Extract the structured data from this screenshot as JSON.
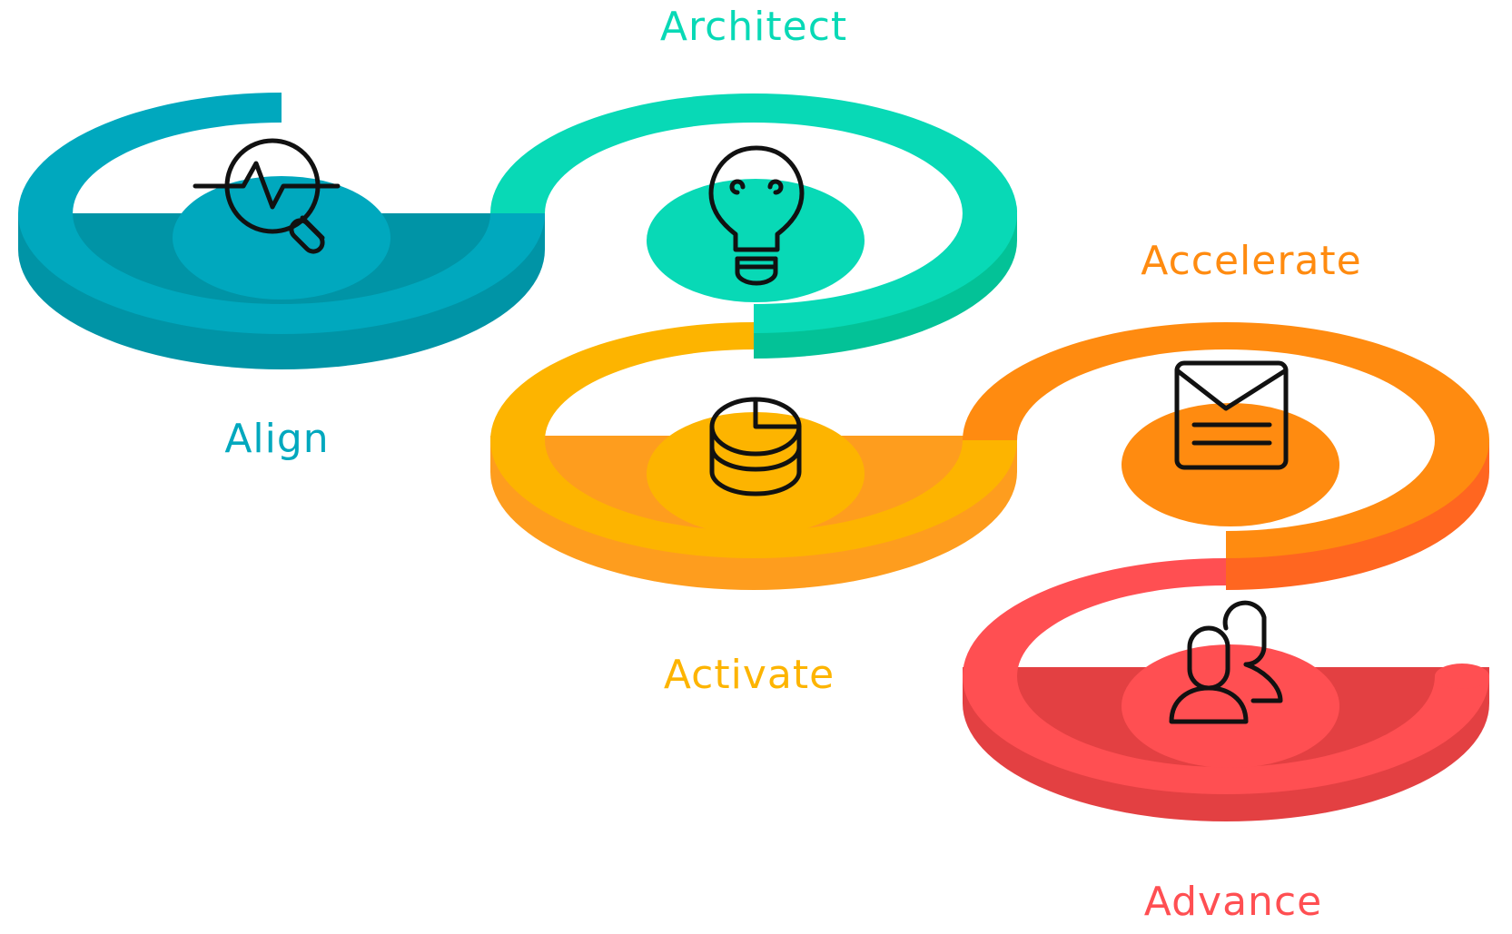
{
  "stages": [
    {
      "id": "align",
      "label": "Align",
      "icon": "magnifier-heartbeat-icon",
      "color": "#00A8BE",
      "dark": "#0094A6"
    },
    {
      "id": "architect",
      "label": "Architect",
      "icon": "lightbulb-icon",
      "color": "#08D9B6",
      "dark": "#03C297"
    },
    {
      "id": "activate",
      "label": "Activate",
      "icon": "database-chart-icon",
      "color": "#FDB400",
      "dark": "#FE9D1E"
    },
    {
      "id": "accelerate",
      "label": "Accelerate",
      "icon": "envelope-document-icon",
      "color": "#FF8B10",
      "dark": "#FF6620"
    },
    {
      "id": "advance",
      "label": "Advance",
      "icon": "user-support-icon",
      "color": "#FF4F52",
      "dark": "#E34042"
    }
  ]
}
